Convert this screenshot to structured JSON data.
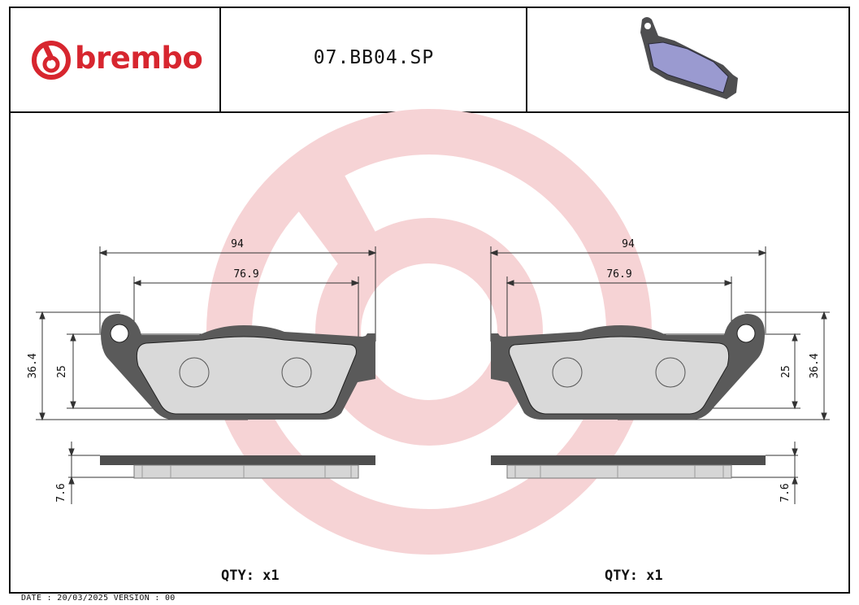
{
  "header": {
    "brand": "brembo",
    "part_number": "07.BB04.SP"
  },
  "drawings": [
    {
      "label_overall_width": "94",
      "label_inner_width": "76.9",
      "label_overall_height": "36.4",
      "label_pad_height": "25",
      "label_thickness": "7.6",
      "qty": "QTY: x1"
    },
    {
      "label_overall_width": "94",
      "label_inner_width": "76.9",
      "label_overall_height": "36.4",
      "label_pad_height": "25",
      "label_thickness": "7.6",
      "qty": "QTY: x1"
    }
  ],
  "footer": {
    "text": "DATE : 20/03/2025 VERSION : 00"
  },
  "colors": {
    "brand_red": "#d7262f",
    "watermark": "#f6d3d5",
    "backplate": "#5a5a5a",
    "friction": "#d9d9d9",
    "preview_friction": "#9a9ad0"
  }
}
